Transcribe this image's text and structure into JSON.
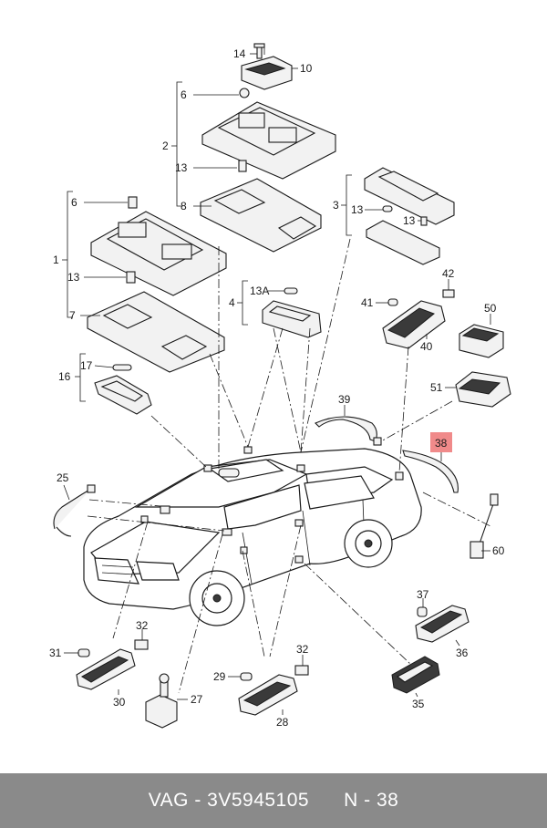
{
  "callouts": {
    "c1": "1",
    "c2": "2",
    "c3": "3",
    "c4": "4",
    "c6a": "6",
    "c6b": "6",
    "c7": "7",
    "c8": "8",
    "c10": "10",
    "c13a": "13",
    "c13b": "13",
    "c13c": "13",
    "c13d": "13",
    "c13A": "13A",
    "c14": "14",
    "c16": "16",
    "c17": "17",
    "c25": "25",
    "c27": "27",
    "c28": "28",
    "c29": "29",
    "c30": "30",
    "c31": "31",
    "c32a": "32",
    "c32b": "32",
    "c35": "35",
    "c36": "36",
    "c37": "37",
    "c38": "38",
    "c39": "39",
    "c40": "40",
    "c41": "41",
    "c42": "42",
    "c50": "50",
    "c51": "51",
    "c60": "60"
  },
  "highlight": {
    "label": "38",
    "color": "#f08a8a"
  },
  "footer": {
    "brand": "VAG",
    "separator": " - ",
    "part_number": "3V5945105",
    "position_label": "N - 38",
    "background": "#8a8a8a"
  }
}
